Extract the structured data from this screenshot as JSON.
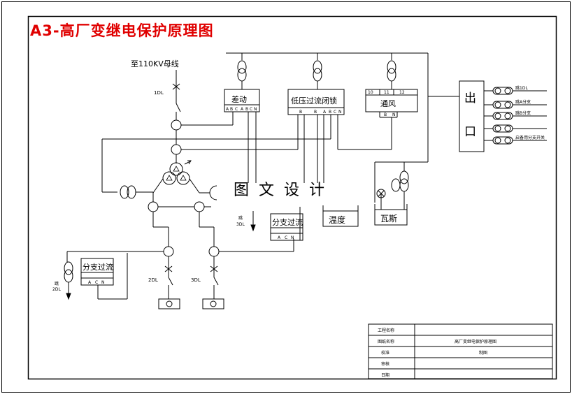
{
  "title": "A3-高厂变继电保护原理图",
  "watermark": "图文设计",
  "labels": {
    "bus_source": "至110KV母线",
    "breaker_1dl": "1DL",
    "breaker_2dl": "2DL",
    "breaker_3dl": "3DL",
    "trip_2dl": "跳",
    "trip_2dl_b": "2DL",
    "trip_3dl": "跳",
    "trip_3dl_b": "3DL"
  },
  "relays": {
    "differential": {
      "label": "差动",
      "terminals": [
        "A",
        "B",
        "C",
        "A",
        "B",
        "C",
        "N"
      ]
    },
    "lv_overcurrent": {
      "label": "低压过流闭锁",
      "terminals": [
        "B",
        "B",
        "A",
        "B",
        "C",
        "N"
      ]
    },
    "ventilation": {
      "label": "通风",
      "numbers": [
        "10",
        "11",
        "12"
      ],
      "terminals": [
        "B",
        "N"
      ]
    },
    "branch_oc_left": {
      "label": "分支过流",
      "terminals": [
        "A",
        "C",
        "N"
      ]
    },
    "branch_oc_right": {
      "label": "分支过流",
      "terminals": [
        "A",
        "C",
        "N"
      ]
    },
    "temperature": {
      "label": "温度"
    },
    "gas": {
      "label": "瓦斯"
    }
  },
  "outlet": {
    "label_top": "出",
    "label_bottom": "口",
    "outputs": [
      "跳1DL",
      "跳A分支",
      "跳B分支",
      "",
      "启备用分支开关"
    ]
  },
  "title_block": {
    "rows": [
      {
        "label": "工程名称",
        "value": ""
      },
      {
        "label": "图纸名称",
        "value": "高厂变继电保护原理图"
      },
      {
        "label": "校准",
        "value": "制图"
      },
      {
        "label": "审核",
        "value": ""
      },
      {
        "label": "日期",
        "value": ""
      }
    ]
  },
  "colors": {
    "title": "#e00000",
    "line": "#000000",
    "background": "#ffffff"
  }
}
